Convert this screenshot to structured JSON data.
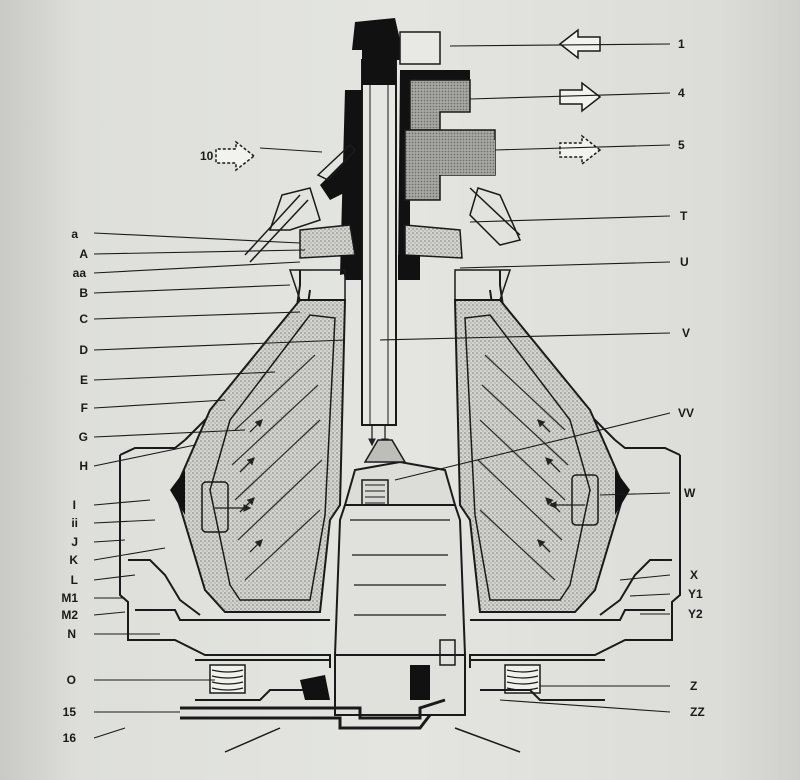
{
  "labels_left": [
    "a",
    "A",
    "aa",
    "B",
    "C",
    "D",
    "E",
    "F",
    "G",
    "H",
    "I",
    "ii",
    "J",
    "K",
    "L",
    "M1",
    "M2",
    "N",
    "O",
    "15",
    "16"
  ],
  "labels_right": [
    "1",
    "4",
    "5",
    "T",
    "U",
    "V",
    "VV",
    "W",
    "X",
    "Y1",
    "Y2",
    "Z",
    "ZZ"
  ],
  "label_top": "10",
  "colors": {
    "ink": "#1a1a1a",
    "paper": "#e2e3df",
    "stipple": "#b9bab6"
  }
}
